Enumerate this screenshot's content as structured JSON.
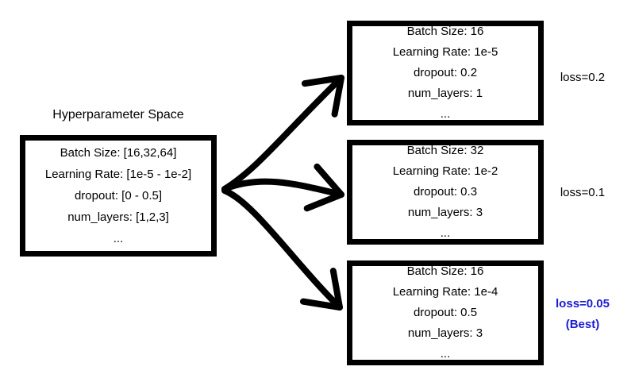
{
  "diagram": {
    "title": "Hyperparameter Space",
    "colors": {
      "ink": "#000000",
      "best_blue": "#1b1bd2",
      "background": "#ffffff"
    },
    "space_box": {
      "lines": [
        "Batch Size: [16,32,64]",
        "Learning Rate: [1e-5 - 1e-2]",
        "dropout: [0 - 0.5]",
        "num_layers: [1,2,3]",
        "..."
      ]
    },
    "samples": [
      {
        "lines": [
          "Batch Size: 16",
          "Learning Rate: 1e-5",
          "dropout: 0.2",
          "num_layers: 1",
          "..."
        ],
        "loss": "loss=0.2"
      },
      {
        "lines": [
          "Batch Size: 32",
          "Learning Rate: 1e-2",
          "dropout: 0.3",
          "num_layers: 3",
          "..."
        ],
        "loss": "loss=0.1"
      },
      {
        "lines": [
          "Batch Size: 16",
          "Learning Rate: 1e-4",
          "dropout: 0.5",
          "num_layers: 3",
          "..."
        ],
        "loss": "loss=0.05",
        "best_tag": "(Best)"
      }
    ]
  }
}
